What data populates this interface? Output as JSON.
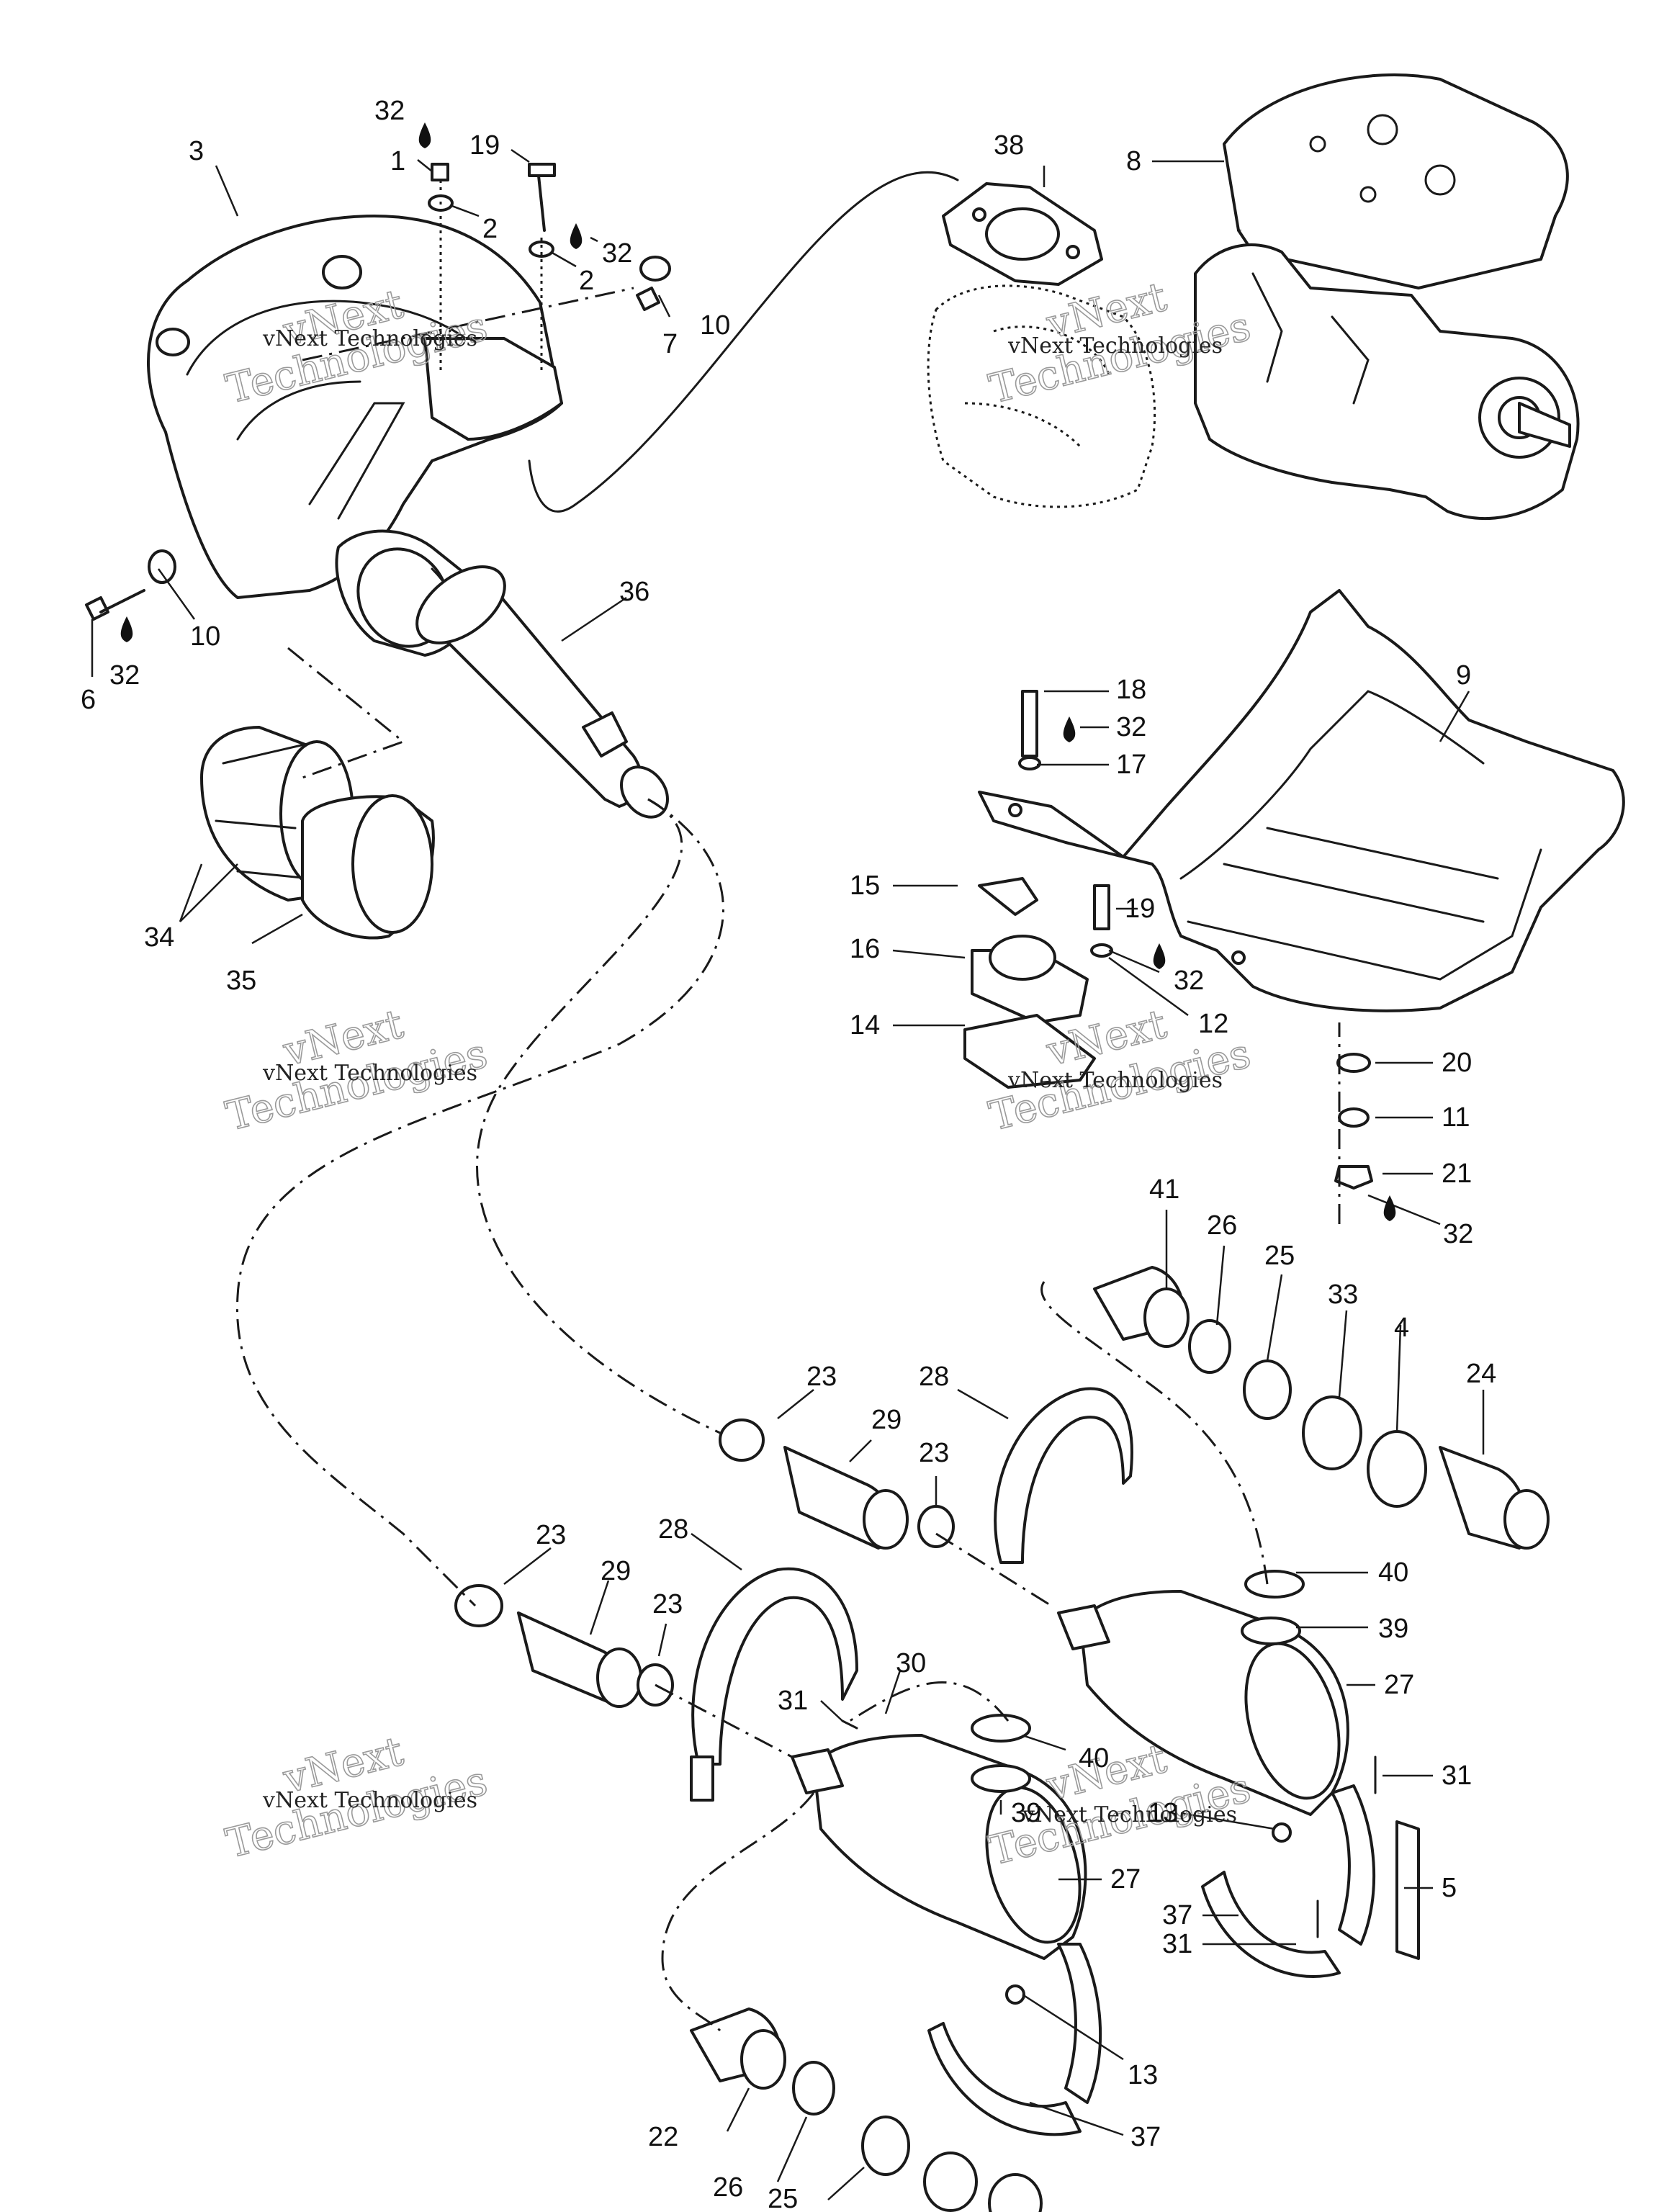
{
  "watermark": {
    "line1": "vNext Technologies",
    "line2a": "vNext",
    "line2b": "Technologies"
  },
  "callouts": [
    {
      "id": "c32a",
      "text": "32"
    },
    {
      "id": "c1",
      "text": "1"
    },
    {
      "id": "c3",
      "text": "3"
    },
    {
      "id": "c19a",
      "text": "19"
    },
    {
      "id": "c2a",
      "text": "2"
    },
    {
      "id": "c32b",
      "text": "32"
    },
    {
      "id": "c2b",
      "text": "2"
    },
    {
      "id": "c7",
      "text": "7"
    },
    {
      "id": "c10a",
      "text": "10"
    },
    {
      "id": "c38",
      "text": "38"
    },
    {
      "id": "c8",
      "text": "8"
    },
    {
      "id": "c36",
      "text": "36"
    },
    {
      "id": "c10b",
      "text": "10"
    },
    {
      "id": "c6",
      "text": "6"
    },
    {
      "id": "c32c",
      "text": "32"
    },
    {
      "id": "c9",
      "text": "9"
    },
    {
      "id": "c18",
      "text": "18"
    },
    {
      "id": "c32d",
      "text": "32"
    },
    {
      "id": "c17",
      "text": "17"
    },
    {
      "id": "c34",
      "text": "34"
    },
    {
      "id": "c35",
      "text": "35"
    },
    {
      "id": "c15",
      "text": "15"
    },
    {
      "id": "c19b",
      "text": "19"
    },
    {
      "id": "c16",
      "text": "16"
    },
    {
      "id": "c32e",
      "text": "32"
    },
    {
      "id": "c12",
      "text": "12"
    },
    {
      "id": "c14",
      "text": "14"
    },
    {
      "id": "c20",
      "text": "20"
    },
    {
      "id": "c11",
      "text": "11"
    },
    {
      "id": "c21",
      "text": "21"
    },
    {
      "id": "c32f",
      "text": "32"
    },
    {
      "id": "c41",
      "text": "41"
    },
    {
      "id": "c26a",
      "text": "26"
    },
    {
      "id": "c25a",
      "text": "25"
    },
    {
      "id": "c33",
      "text": "33"
    },
    {
      "id": "c4",
      "text": "4"
    },
    {
      "id": "c24",
      "text": "24"
    },
    {
      "id": "c23a",
      "text": "23"
    },
    {
      "id": "c28a",
      "text": "28"
    },
    {
      "id": "c29a",
      "text": "29"
    },
    {
      "id": "c23b",
      "text": "23"
    },
    {
      "id": "c40a",
      "text": "40"
    },
    {
      "id": "c39a",
      "text": "39"
    },
    {
      "id": "c23c",
      "text": "23"
    },
    {
      "id": "c28b",
      "text": "28"
    },
    {
      "id": "c29b",
      "text": "29"
    },
    {
      "id": "c23d",
      "text": "23"
    },
    {
      "id": "c27a",
      "text": "27"
    },
    {
      "id": "c30",
      "text": "30"
    },
    {
      "id": "c31a",
      "text": "31"
    },
    {
      "id": "c31b",
      "text": "31"
    },
    {
      "id": "c40b",
      "text": "40"
    },
    {
      "id": "c39b",
      "text": "39"
    },
    {
      "id": "c13a",
      "text": "13"
    },
    {
      "id": "c5",
      "text": "5"
    },
    {
      "id": "c27b",
      "text": "27"
    },
    {
      "id": "c37a",
      "text": "37"
    },
    {
      "id": "c31c",
      "text": "31"
    },
    {
      "id": "c13b",
      "text": "13"
    },
    {
      "id": "c22",
      "text": "22"
    },
    {
      "id": "c37b",
      "text": "37"
    },
    {
      "id": "c26b",
      "text": "26"
    },
    {
      "id": "c25b",
      "text": "25"
    }
  ]
}
